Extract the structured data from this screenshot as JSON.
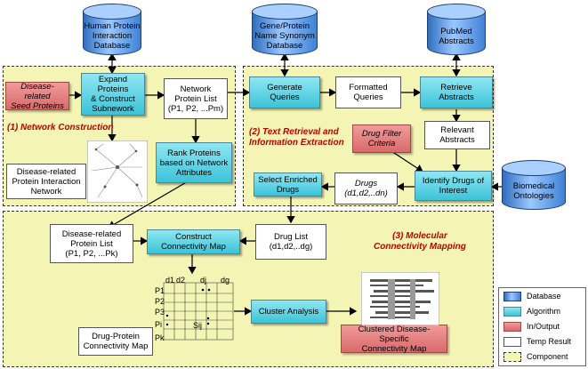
{
  "databases": {
    "human_ppi": "Human Protein\nInteraction\nDatabase",
    "synonym": "Gene/Protein\nName Synonym\nDatabase",
    "pubmed": "PubMed\nAbstracts",
    "ontologies": "Biomedical\nOntologies"
  },
  "sections": {
    "network": "(1) Network Construction",
    "text": "(2) Text Retrieval and\nInformation Extraction",
    "mapping": "(3) Molecular\nConnectivity Mapping"
  },
  "nodes": {
    "seed_proteins": "Disease-related\nSeed Proteins",
    "expand": "Expand Proteins\n& Construct\nSubnework",
    "network_protein_list": "Network\nProtein List\n(P1, P2, ...Pm)",
    "generate_queries": "Generate\nQueries",
    "formatted_queries": "Formatted\nQueries",
    "retrieve_abstracts": "Retrieve\nAbstracts",
    "drug_filter": "Drug Filter\nCriteria",
    "relevant_abstracts": "Relevant\nAbstracts",
    "disease_network": "Disease-related\nProtein Interaction\nNetwork",
    "rank_proteins": "Rank Proteins\nbased on Network\nAttributes",
    "select_drugs": "Select Enriched\nDrugs",
    "drugs_list_small": "Drugs\n(d1,d2,..dn)",
    "identify_drugs": "Identify Drugs of\nInterest",
    "disease_protein_list": "Disease-related\nProtein List\n(P1, P2, ...Pk)",
    "construct_map": "Construct\nConnectivity Map",
    "drug_list": "Drug List\n(d1,d2,..dg)",
    "cluster_analysis": "Cluster Analysis",
    "drug_protein_map": "Drug-Protein\nConnectivity Map",
    "clustered_map": "Clustered Disease-Specific\nConnectivity Map"
  },
  "matrix": {
    "col_labels": [
      "d1",
      "d2",
      "dj",
      "dg"
    ],
    "row_labels": [
      "P1",
      "P2",
      "P3",
      "Pi",
      "Pk"
    ],
    "cell_label": "Sij"
  },
  "legend": {
    "items": [
      "Database",
      "Algorithm",
      "In/Output",
      "Temp Result",
      "Component"
    ]
  },
  "colors": {
    "component_fill": "#f4f4b4",
    "algorithm_fill": "#48c8dc",
    "inout_fill": "#e07878",
    "database_fill": "#3f82d6",
    "section_title": "#c00000"
  }
}
